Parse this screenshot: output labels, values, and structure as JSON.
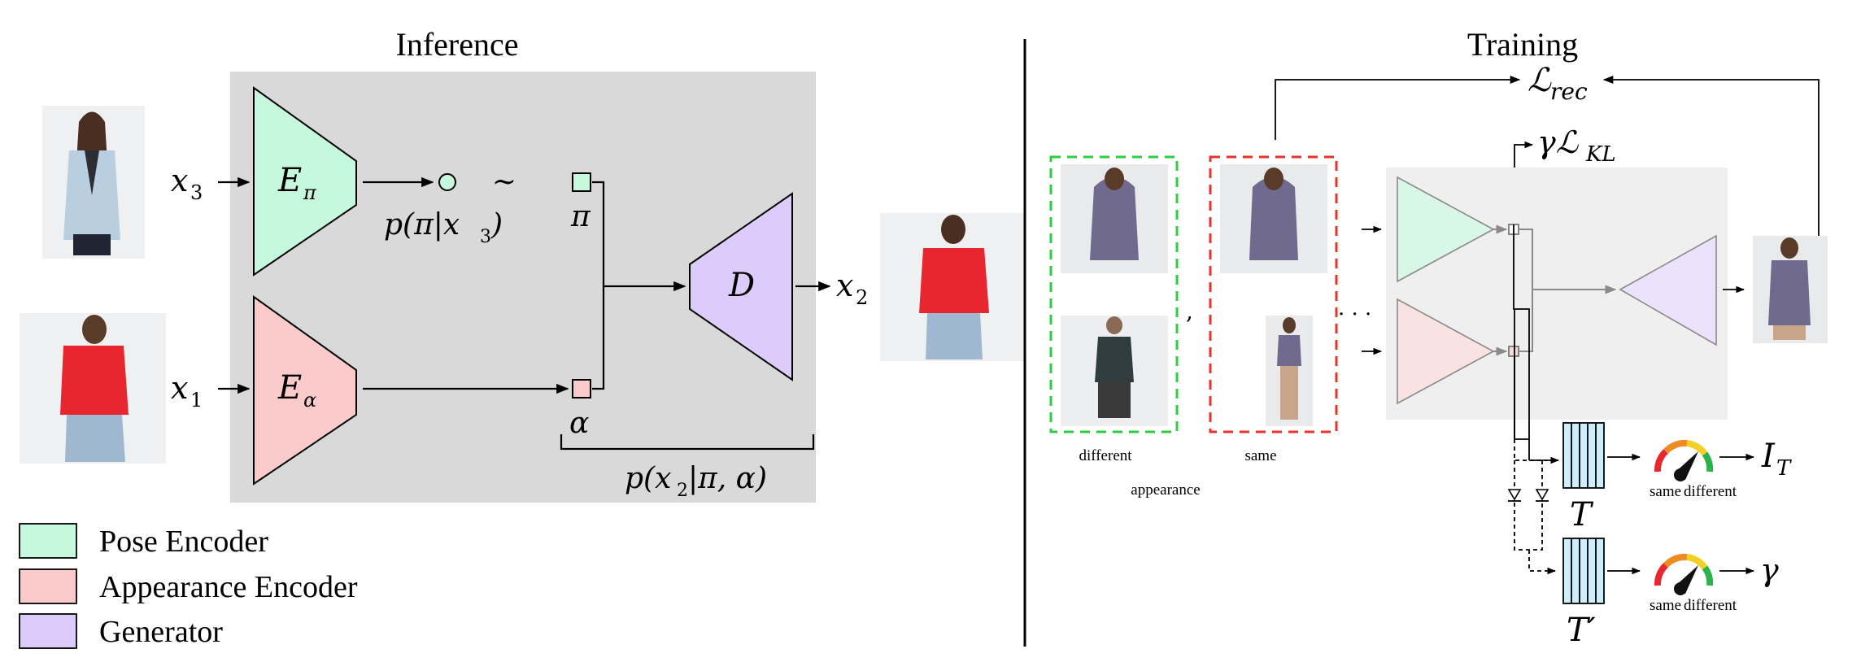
{
  "left_panel": {
    "title": "Inference",
    "labels": {
      "x3": "x",
      "x3_sub": "3",
      "x1": "x",
      "x1_sub": "1",
      "x2": "x",
      "x2_sub": "2",
      "e_pi": "E",
      "e_pi_sub": "π",
      "e_alpha": "E",
      "e_alpha_sub": "α",
      "decoder": "D",
      "sim": "∼",
      "pi": "π",
      "alpha": "α",
      "p_pi": "p(π|x",
      "p_pi_sub": "3",
      "p_pi_end": ")",
      "p_x2": "p(x",
      "p_x2_sub": "2",
      "p_x2_end": "|π, α)"
    }
  },
  "legend": {
    "items": [
      {
        "label": "Pose Encoder",
        "color": "#c6f8dd"
      },
      {
        "label": "Appearance Encoder",
        "color": "#fbcaca"
      },
      {
        "label": "Generator",
        "color": "#dccbfb"
      }
    ]
  },
  "right_panel": {
    "title": "Training",
    "labels": {
      "loss_rec": "ℒ",
      "loss_rec_sub": "rec",
      "loss_kl_gamma": "γℒ",
      "loss_kl_sub": "KL",
      "comma": ",",
      "dots": "· · ·",
      "different": "different",
      "same": "same",
      "appearance": "appearance",
      "t": "T",
      "t_prime": "T′",
      "out_it": "I",
      "out_it_sub": "T",
      "out_gamma": "γ",
      "gauge1_left": "same",
      "gauge1_right": "different",
      "gauge2_left": "same",
      "gauge2_right": "different"
    }
  },
  "colors": {
    "pose": "#c6f8dd",
    "appearance": "#fbcaca",
    "generator": "#dccbfb",
    "panel_bg": "#d9d9d9",
    "panel_bg_light": "#efefef",
    "green_dash": "#2ecc40",
    "red_dash": "#e8332c",
    "tensor": "#cfeefc"
  }
}
